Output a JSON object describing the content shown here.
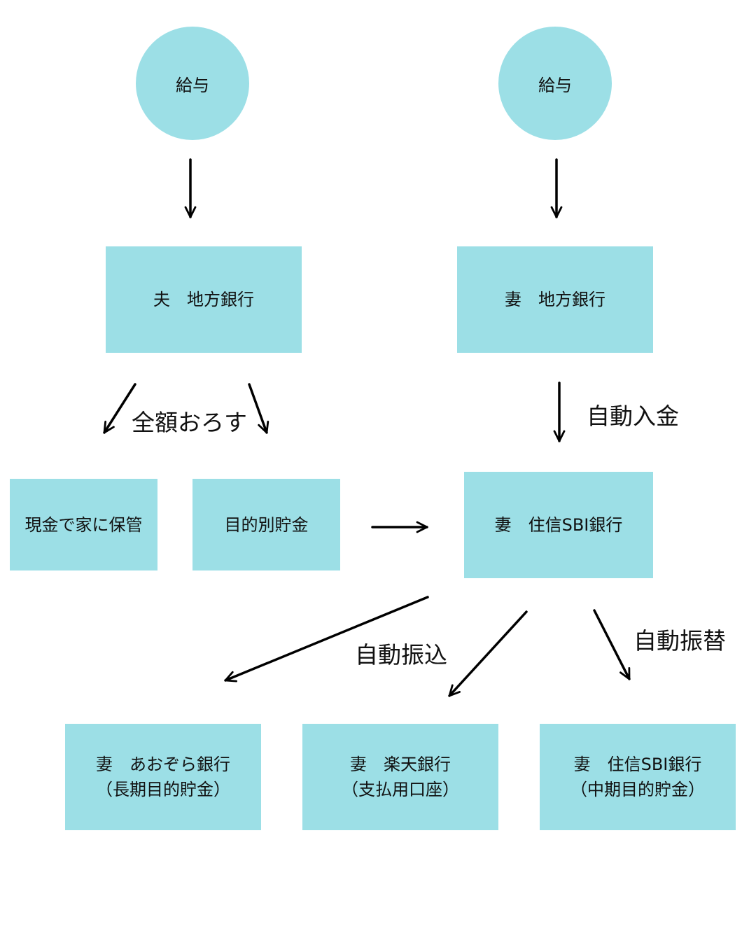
{
  "colors": {
    "node_fill": "#9cdfe6",
    "arrow": "#000000",
    "background": "#ffffff"
  },
  "nodes": {
    "husband_salary": "給与",
    "wife_salary": "給与",
    "husband_local_bank": "夫　地方銀行",
    "wife_local_bank": "妻　地方銀行",
    "cash_at_home": "現金で家に保管",
    "purpose_savings": "目的別貯金",
    "wife_sumishin_sbi": "妻　住信SBI銀行",
    "wife_aozora_line1": "妻　あおぞら銀行",
    "wife_aozora_line2": "（長期目的貯金）",
    "wife_rakuten_line1": "妻　楽天銀行",
    "wife_rakuten_line2": "（支払用口座）",
    "wife_sbi_mid_line1": "妻　住信SBI銀行",
    "wife_sbi_mid_line2": "（中期目的貯金）"
  },
  "edge_labels": {
    "withdraw_all": "全額おろす",
    "auto_deposit": "自動入金",
    "auto_transfer_out": "自動振込",
    "auto_transfer_internal": "自動振替"
  }
}
